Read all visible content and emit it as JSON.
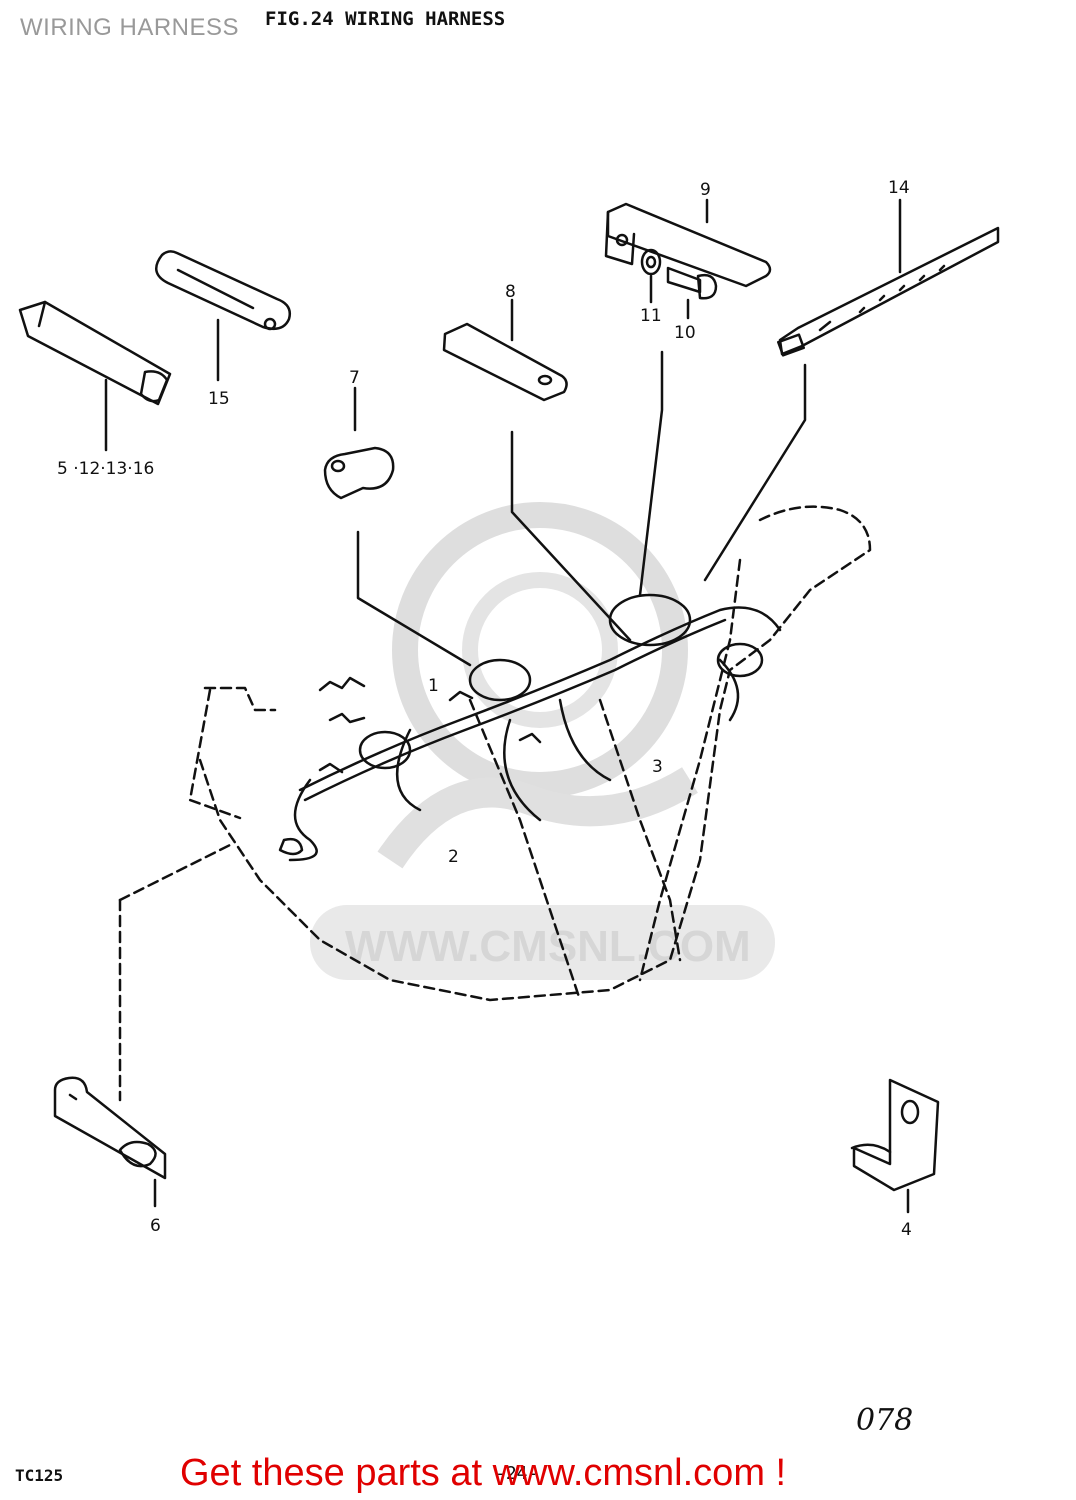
{
  "header": {
    "title": "WIRING HARNESS"
  },
  "figure": {
    "title": "FIG.24   WIRING HARNESS",
    "callouts": {
      "c9": "9",
      "c14": "14",
      "c8": "8",
      "c11": "11",
      "c10": "10",
      "c15": "15",
      "c7": "7",
      "c5": "5 ·12·13·16",
      "c1": "1",
      "c2": "2",
      "c3": "3",
      "c6": "6",
      "c4": "4"
    }
  },
  "footer": {
    "model": "TC125",
    "page": "-24-",
    "code": "078",
    "cta": "Get these parts at www.cmsnl.com !"
  },
  "watermark": {
    "text": "WWW.CMSNL.COM",
    "color": "#d6d6d6"
  },
  "colors": {
    "line": "#111111",
    "cta": "#e00000",
    "watermark": "#d6d6d6"
  }
}
